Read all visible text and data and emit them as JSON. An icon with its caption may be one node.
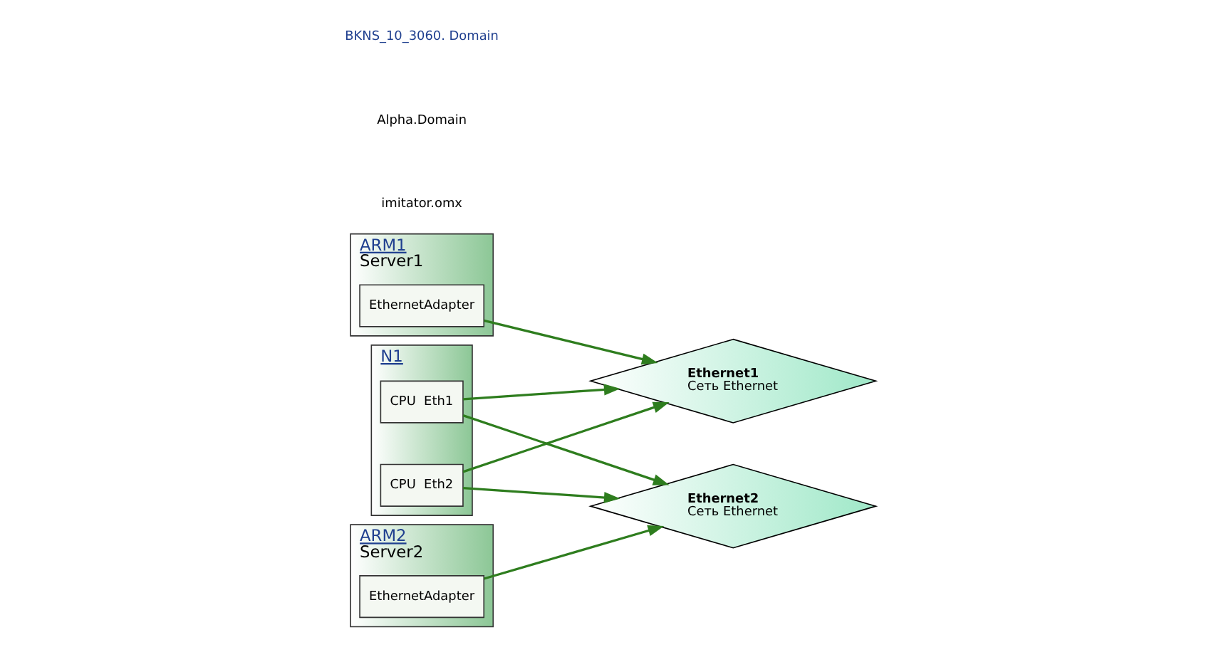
{
  "diagram": {
    "nodes": [
      {
        "text": [
          "ARM1",
          "Server1"
        ]
      },
      {
        "text": [
          "EthernetAdapter"
        ],
        "in": 0
      },
      {
        "text": [
          "ARM2",
          "Server2"
        ]
      },
      {
        "text": [
          "EthernetAdapter"
        ],
        "in": 2
      },
      {
        "text": [
          "N1"
        ]
      },
      {
        "text": [
          "CPU  Eth1"
        ],
        "in": 4
      },
      {
        "text": [
          "CPU  Eth2"
        ],
        "in": 4
      },
      {
        "text": [
          "Ethernet1",
          "Сеть Ethernet"
        ]
      },
      {
        "text": [
          "Ethernet2",
          "Сеть Ethernet"
        ]
      }
    ],
    "edges": [
      {
        "from": 1,
        "to": 7,
        "arrow": "to"
      },
      {
        "from": 5,
        "to": 7,
        "arrow": "to"
      },
      {
        "from": 6,
        "to": 7,
        "arrow": "to"
      },
      {
        "from": 5,
        "to": 8,
        "arrow": "to"
      },
      {
        "from": 6,
        "to": 8,
        "arrow": "to"
      },
      {
        "from": 3,
        "to": 8,
        "arrow": "to"
      }
    ],
    "labels": [
      "BKNS_10_3060. Domain",
      "Alpha.Domain",
      "imitator.omx"
    ]
  }
}
